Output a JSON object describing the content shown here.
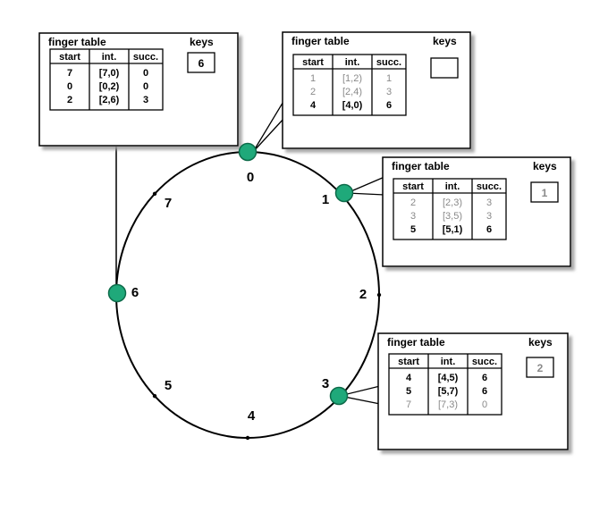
{
  "diagram": {
    "ring_labels": [
      "0",
      "1",
      "2",
      "3",
      "4",
      "5",
      "6",
      "7"
    ],
    "nodes": [
      "0",
      "1",
      "3",
      "6"
    ],
    "colors": {
      "node_fill": "#1fa97a",
      "node_stroke": "#0e6b4a",
      "ink": "#000000",
      "faded": "#8a8a8a",
      "shadow": "#9a9a9a"
    },
    "panels": [
      {
        "id": "node-6",
        "title": "finger table",
        "keys_label": "keys",
        "headers": [
          "start",
          "int.",
          "succ."
        ],
        "rows": [
          {
            "start": "7",
            "interval": "[7,0)",
            "succ": "0",
            "faded": false
          },
          {
            "start": "0",
            "interval": "[0,2)",
            "succ": "0",
            "faded": false
          },
          {
            "start": "2",
            "interval": "[2,6)",
            "succ": "3",
            "faded": false
          }
        ],
        "keys": "6",
        "keys_faded": false
      },
      {
        "id": "node-0",
        "title": "finger table",
        "keys_label": "keys",
        "headers": [
          "start",
          "int.",
          "succ."
        ],
        "rows": [
          {
            "start": "1",
            "interval": "[1,2)",
            "succ": "1",
            "faded": true
          },
          {
            "start": "2",
            "interval": "[2,4)",
            "succ": "3",
            "faded": true
          },
          {
            "start": "4",
            "interval": "[4,0)",
            "succ": "6",
            "faded": false
          }
        ],
        "keys": "",
        "keys_faded": false
      },
      {
        "id": "node-1",
        "title": "finger table",
        "keys_label": "keys",
        "headers": [
          "start",
          "int.",
          "succ."
        ],
        "rows": [
          {
            "start": "2",
            "interval": "[2,3)",
            "succ": "3",
            "faded": true
          },
          {
            "start": "3",
            "interval": "[3,5)",
            "succ": "3",
            "faded": true
          },
          {
            "start": "5",
            "interval": "[5,1)",
            "succ": "6",
            "faded": false
          }
        ],
        "keys": "1",
        "keys_faded": true
      },
      {
        "id": "node-3",
        "title": "finger table",
        "keys_label": "keys",
        "headers": [
          "start",
          "int.",
          "succ."
        ],
        "rows": [
          {
            "start": "4",
            "interval": "[4,5)",
            "succ": "6",
            "faded": false
          },
          {
            "start": "5",
            "interval": "[5,7)",
            "succ": "6",
            "faded": false
          },
          {
            "start": "7",
            "interval": "[7,3)",
            "succ": "0",
            "faded": true
          }
        ],
        "keys": "2",
        "keys_faded": true
      }
    ]
  }
}
